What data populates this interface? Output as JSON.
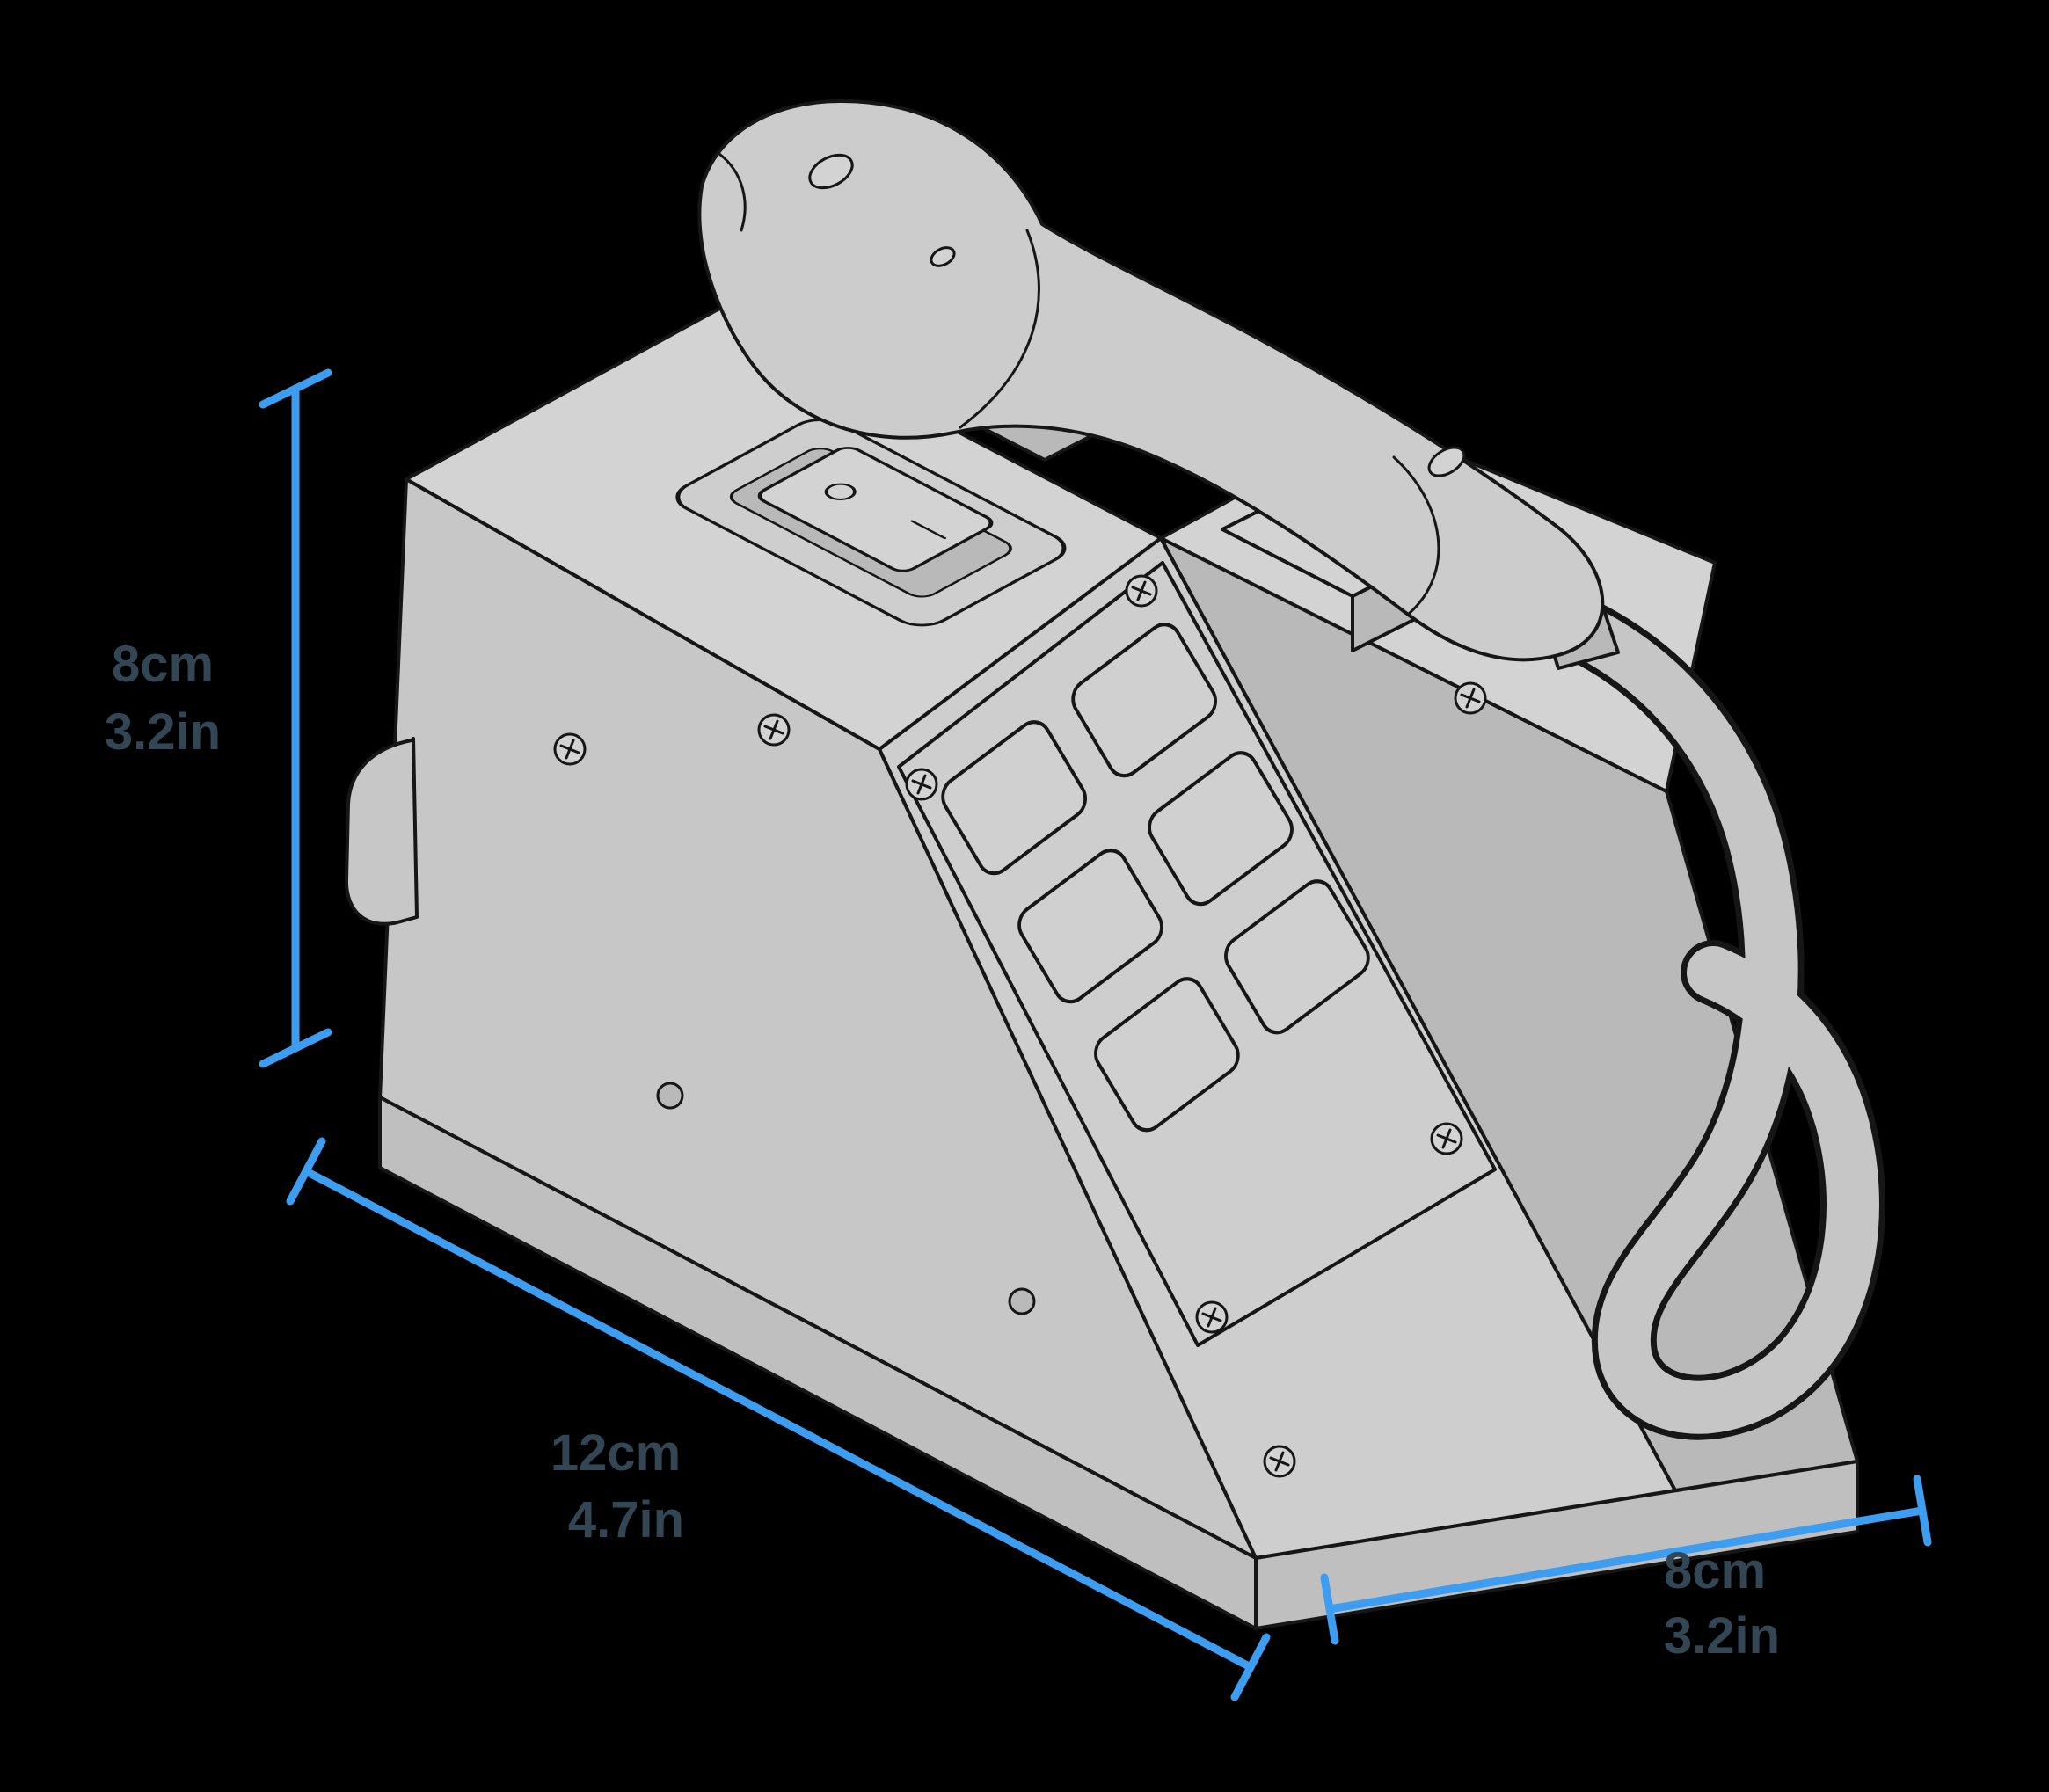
{
  "title": "Telephone isometric dimension diagram",
  "colors": {
    "background": "#000000",
    "accent": "#3d9df0",
    "label": "#324654",
    "outline": "#161616",
    "body-light": "#d3d3d3",
    "body-mid": "#c7c7c7",
    "body-front": "#cecece",
    "body-dark": "#b9b9b9",
    "body-skirt": "#bfbfbf",
    "handset": "#cccccc",
    "cable": "#c6c6c6",
    "button": "#d0d0d0"
  },
  "diagram": {
    "subject": "retro desk telephone, isometric line illustration with size callouts",
    "dimensions": {
      "height": {
        "metric": "8cm",
        "imperial": "3.2in"
      },
      "length": {
        "metric": "12cm",
        "imperial": "4.7in"
      },
      "depth": {
        "metric": "8cm",
        "imperial": "3.2in"
      }
    }
  }
}
